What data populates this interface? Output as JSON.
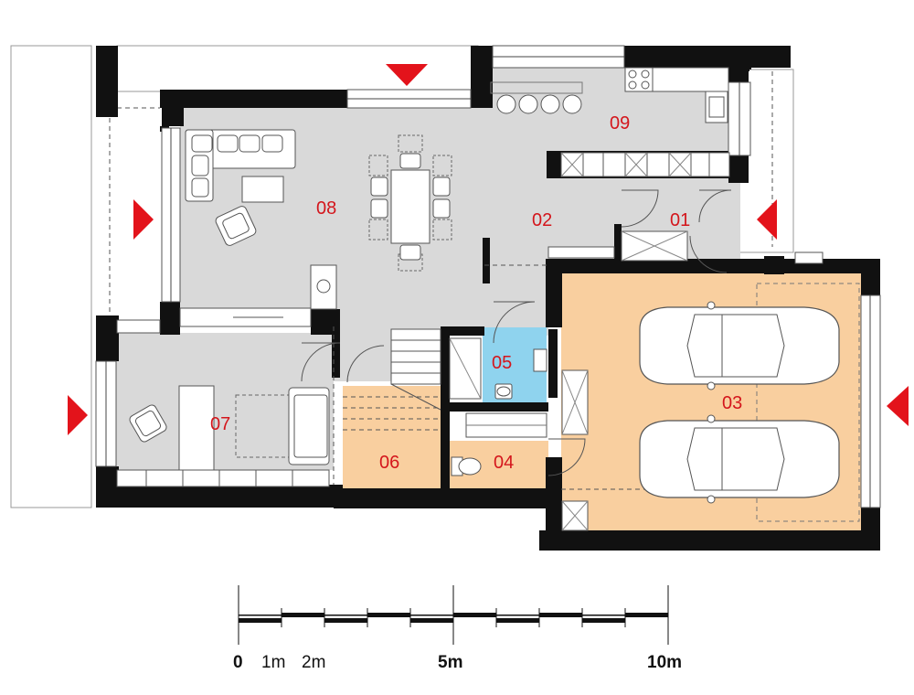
{
  "colors": {
    "wall": "#111111",
    "living_floor": "#d9d9d9",
    "garage_floor": "#f9cf9f",
    "bathroom_floor": "#8fd3ee",
    "entrance_arrow": "#e3131b",
    "room_label": "#d4161c"
  },
  "rooms": [
    {
      "id": "01",
      "label": "01"
    },
    {
      "id": "02",
      "label": "02"
    },
    {
      "id": "03",
      "label": "03"
    },
    {
      "id": "04",
      "label": "04"
    },
    {
      "id": "05",
      "label": "05"
    },
    {
      "id": "06",
      "label": "06"
    },
    {
      "id": "07",
      "label": "07"
    },
    {
      "id": "08",
      "label": "08"
    },
    {
      "id": "09",
      "label": "09"
    }
  ],
  "scale_bar": {
    "labels": [
      "0",
      "1m",
      "2m",
      "5m",
      "10m"
    ]
  },
  "entrance_arrows": [
    "top-arrow",
    "left-upper-arrow",
    "left-lower-arrow",
    "right-garage-arrow",
    "right-entry-arrow"
  ],
  "icons": [
    "sofa-icon",
    "armchair-icon",
    "dining-table-icon",
    "stove-icon",
    "sink-icon",
    "car-icon",
    "toilet-icon",
    "washing-machine-icon"
  ]
}
